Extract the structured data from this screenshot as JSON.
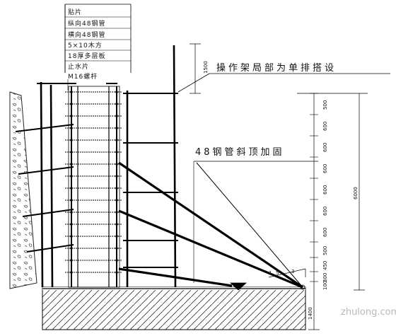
{
  "legend": [
    "贴片",
    "纵向48钢管",
    "横向48钢管",
    "5×10木方",
    "18厚多层板",
    "止水片",
    "M16螺杆"
  ],
  "annotations": {
    "single_row": "操作架局部为单排搭设",
    "brace": "48钢管斜顶加固"
  },
  "dims": {
    "top_1500": "1500",
    "total_6000": "6000",
    "ground_1400": "1400",
    "slope_a": "1",
    "slope_b": "3",
    "slope_mark": "5",
    "chain": [
      "500",
      "600",
      "600",
      "600",
      "600",
      "600",
      "600",
      "500",
      "450",
      "300",
      "100"
    ]
  },
  "watermark": "zhulong.com"
}
